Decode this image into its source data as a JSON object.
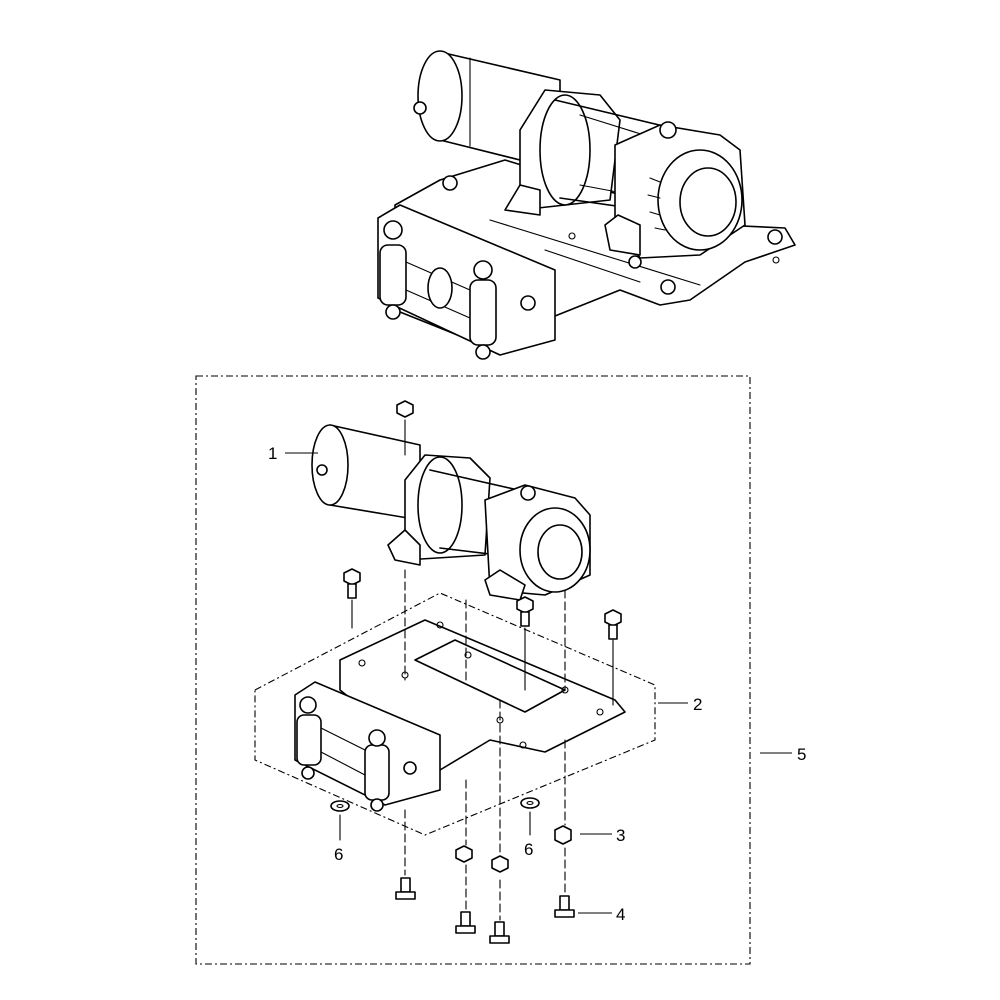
{
  "callouts": [
    {
      "id": "1",
      "text": "1"
    },
    {
      "id": "2",
      "text": "2"
    },
    {
      "id": "3",
      "text": "3"
    },
    {
      "id": "4",
      "text": "4"
    },
    {
      "id": "5",
      "text": "5"
    },
    {
      "id": "6a",
      "text": "6"
    },
    {
      "id": "6b",
      "text": "6"
    }
  ],
  "components": {
    "assembled_view": "winch-assembly-mounted",
    "exploded_view": "winch-mounting-kit-exploded"
  }
}
